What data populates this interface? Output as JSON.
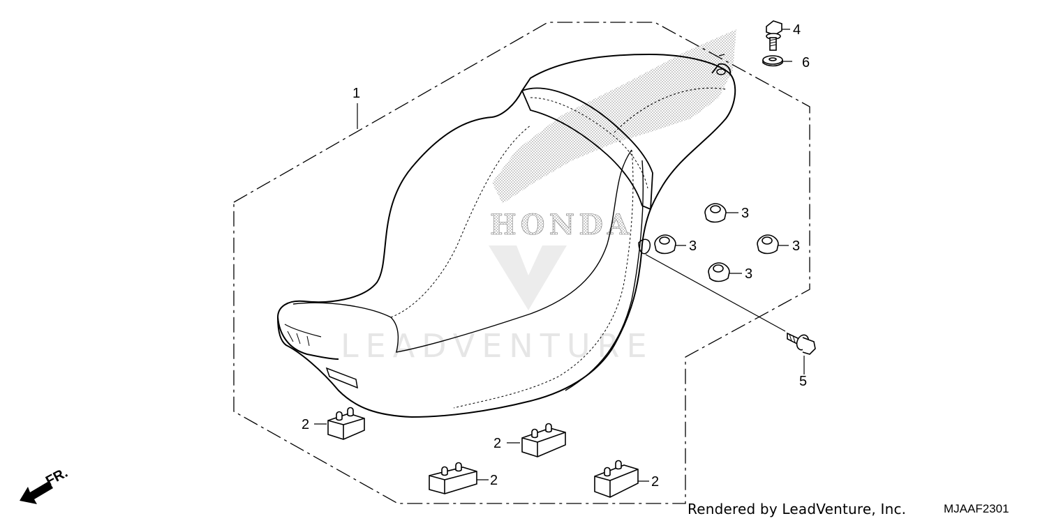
{
  "diagram": {
    "callouts": {
      "c1": "1",
      "c2a": "2",
      "c2b": "2",
      "c2c": "2",
      "c2d": "2",
      "c3a": "3",
      "c3b": "3",
      "c3c": "3",
      "c3d": "3",
      "c4": "4",
      "c5": "5",
      "c6": "6"
    },
    "front_indicator": "FR.",
    "credit": "Rendered by LeadVenture, Inc.",
    "diagram_code": "MJAAF2301",
    "watermark_text": "LEADVENTURE",
    "logo_text": "HONDA"
  },
  "colors": {
    "line": "#000000",
    "watermark": "#e6e6e6",
    "stipple": "#9a9a9a"
  },
  "icons": {
    "front_arrow": "front-arrow-icon"
  }
}
